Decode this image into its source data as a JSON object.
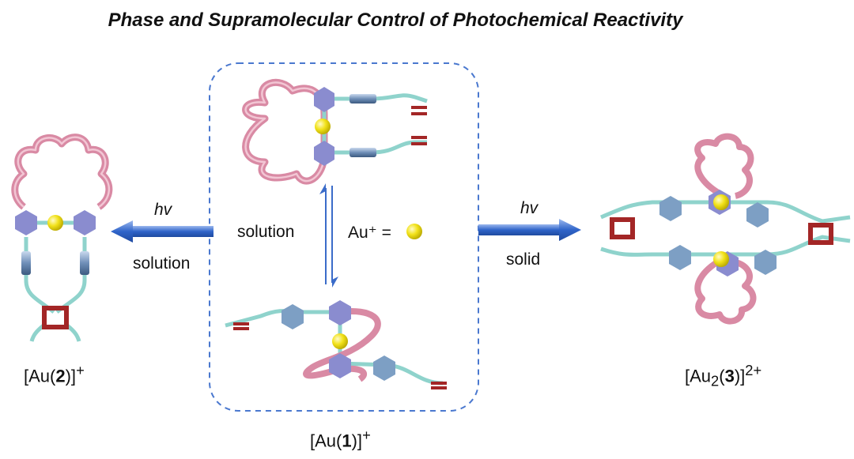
{
  "title": "Phase and Supramolecular Control of Photochemical Reactivity",
  "left_arrow": {
    "top_label": "hv",
    "bottom_label": "solution"
  },
  "right_arrow": {
    "top_label": "hv",
    "bottom_label": "solid"
  },
  "center_box": {
    "equilibrium_label": "solution",
    "legend_text": "Au⁺ ="
  },
  "captions": {
    "left": {
      "prefix": "[Au(",
      "bold": "2",
      "suffix": ")]",
      "sup": "+"
    },
    "center": {
      "prefix": "[Au(",
      "bold": "1",
      "suffix": ")]",
      "sup": "+"
    },
    "right": {
      "prefix": "[Au",
      "sub": "2",
      "mid": "(",
      "bold": "3",
      "suffix": ")]",
      "sup": "2+"
    }
  },
  "colors": {
    "ring_pink": "#d98aa4",
    "linker_teal": "#8fd3cc",
    "hexagon_violet": "#8a8ccf",
    "hexagon_steel": "#7d9fc4",
    "gold_atom": "#f2e21a",
    "square_red": "#a32626",
    "arrow_blue": "#2f64c9",
    "box_dash": "#4a78cf"
  }
}
